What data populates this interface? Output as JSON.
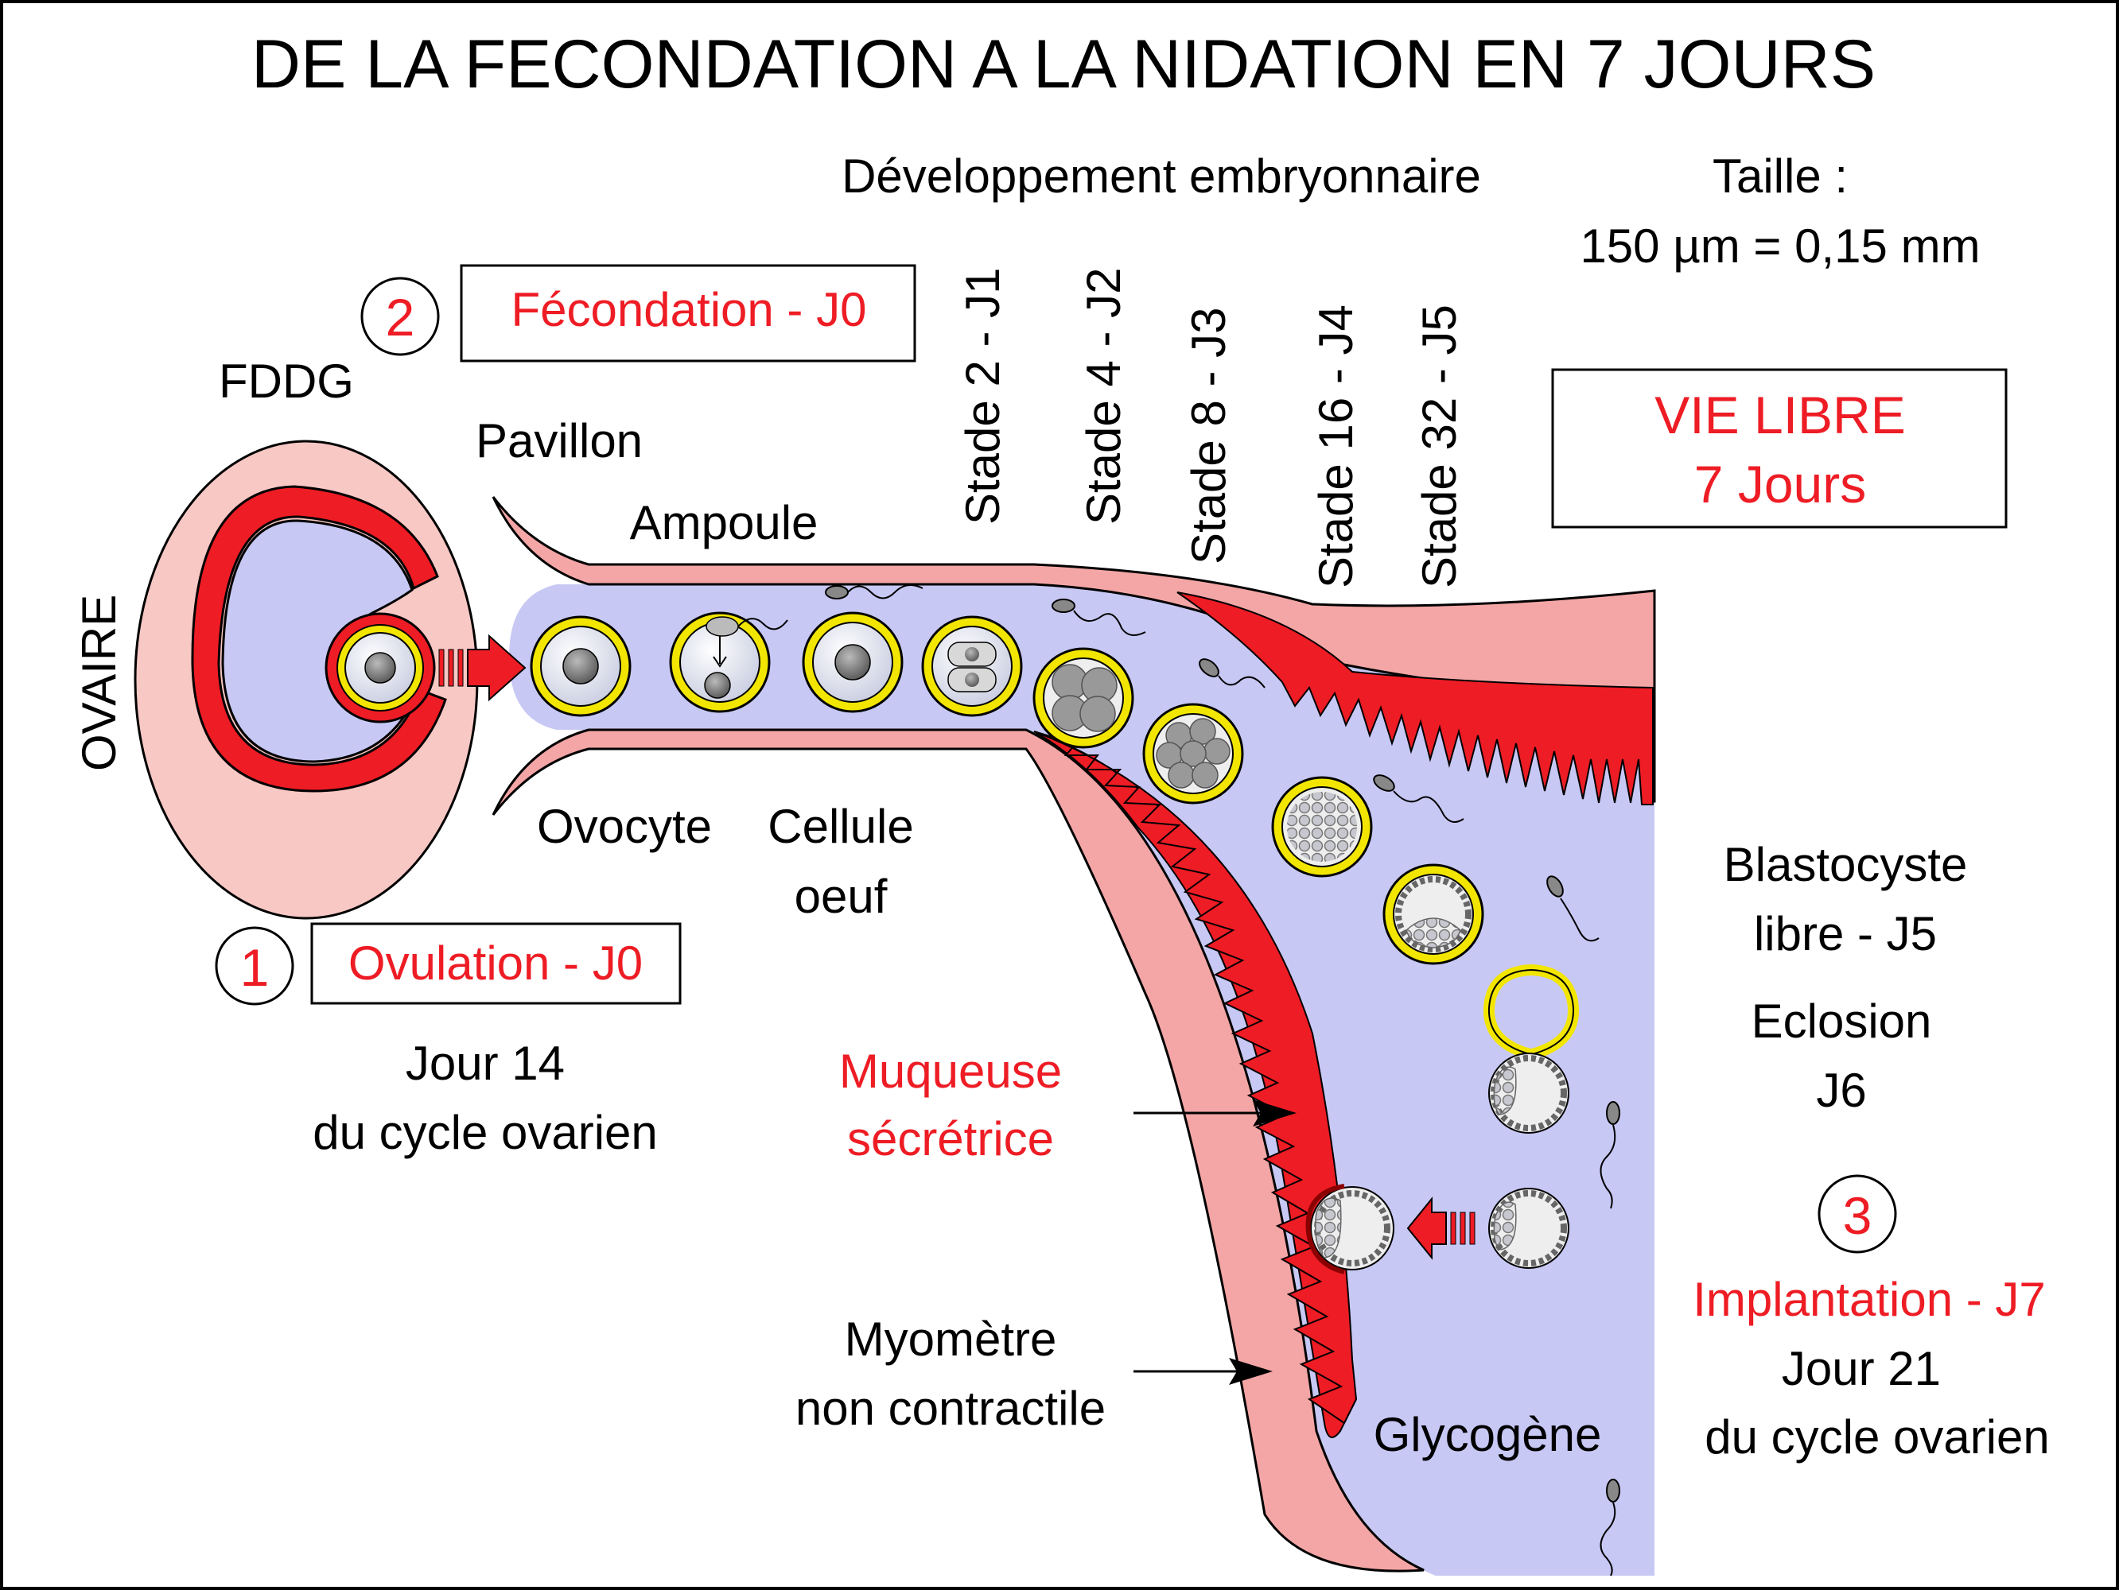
{
  "title": "DE LA FECONDATION A LA NIDATION EN 7 JOURS",
  "dev_label": "Développement embryonnaire",
  "size": {
    "label": "Taille :",
    "value": "150 µm = 0,15 mm"
  },
  "stages": [
    "Stade 2 - J1",
    "Stade 4 - J2",
    "Stade 8 - J3",
    "Stade 16 - J4",
    "Stade 32 - J5"
  ],
  "vie_libre": {
    "line1": "VIE LIBRE",
    "line2": "7 Jours"
  },
  "fecondation": {
    "number": "2",
    "label": "Fécondation - J0"
  },
  "ovulation": {
    "number": "1",
    "label": "Ovulation - J0"
  },
  "implantation": {
    "number": "3",
    "label": "Implantation - J7"
  },
  "labels": {
    "fddg": "FDDG",
    "ovaire": "OVAIRE",
    "pavillon": "Pavillon",
    "ampoule": "Ampoule",
    "ovocyte": "Ovocyte",
    "cellule1": "Cellule",
    "cellule2": "oeuf",
    "jour14_1": "Jour 14",
    "jour14_2": "du cycle ovarien",
    "muqueuse1": "Muqueuse",
    "muqueuse2": "sécrétrice",
    "myometre1": "Myomètre",
    "myometre2": "non contractile",
    "glycogene": "Glycogène",
    "blasto1": "Blastocyste",
    "blasto2": "libre - J5",
    "eclosion1": "Eclosion",
    "eclosion2": "J6",
    "jour21_1": "Jour 21",
    "jour21_2": "du cycle ovarien"
  },
  "colors": {
    "red": "#ee1c24",
    "pink": "#f4a6a6",
    "lavender": "#c8c8f5",
    "yellow": "#f2e600",
    "ovary": "#f8c8c4"
  }
}
